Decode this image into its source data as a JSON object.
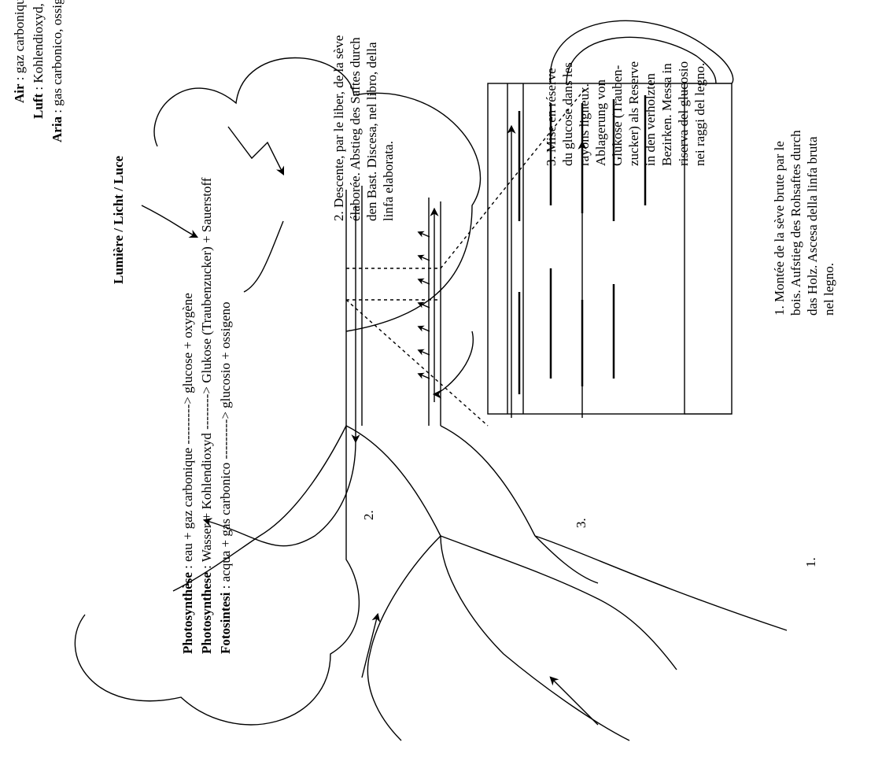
{
  "air": {
    "line1_label": "Air",
    "line1_text": " : gaz carbonique, oxygène, eau, azote, etc.",
    "line2_label": "Luft",
    "line2_text": " : Kohlendioxyd, Sauerstoff, Wasser, Stickstoff, usw.",
    "line3_label": "Aria",
    "line3_text": " : gas carbonico, ossigeno, acqua, azoto, ecc."
  },
  "light": {
    "label": "Lumière / Licht / Luce"
  },
  "photosynthesis": {
    "fr_label": "Photosynthèse",
    "fr_text": " : eau + gaz carbonique ---------> glucose + oxygène",
    "de_label": "Photosynthese",
    "de_text": " : Wasser + Kohlendioxyd --------> Glukose (Traubenzucker) + Sauerstoff",
    "it_label": "Fotosintesi",
    "it_text": " : acqua + gas carbonico ---------> glucosio + ossigeno"
  },
  "descent": {
    "lines": [
      "2. Descente, par le liber, de la sève",
      "élaborée. Abstieg des Saftes durch",
      "den Bast. Discesa, nel libro, della",
      "linfa elaborata."
    ]
  },
  "reserve": {
    "lines": [
      "3. Mise en réserve",
      "du glucose dans les",
      "rayons ligneux.",
      "Ablagerung von",
      "Glukose (Trauben-",
      "zucker) als Reserve",
      "in den verholzten",
      "Bezirken. Messa in",
      "riserva del glucosio",
      "nei raggi del legno."
    ]
  },
  "ascent": {
    "lines": [
      "1. Montée de la sève brute par le",
      "bois. Aufstieg des Rohsaftes durch",
      "das Holz. Ascesa della linfa bruta",
      "nel legno."
    ]
  },
  "markers": {
    "m1": "1.",
    "m2": "2.",
    "m3": "3."
  },
  "colors": {
    "ink": "#000000",
    "paper": "#ffffff"
  }
}
